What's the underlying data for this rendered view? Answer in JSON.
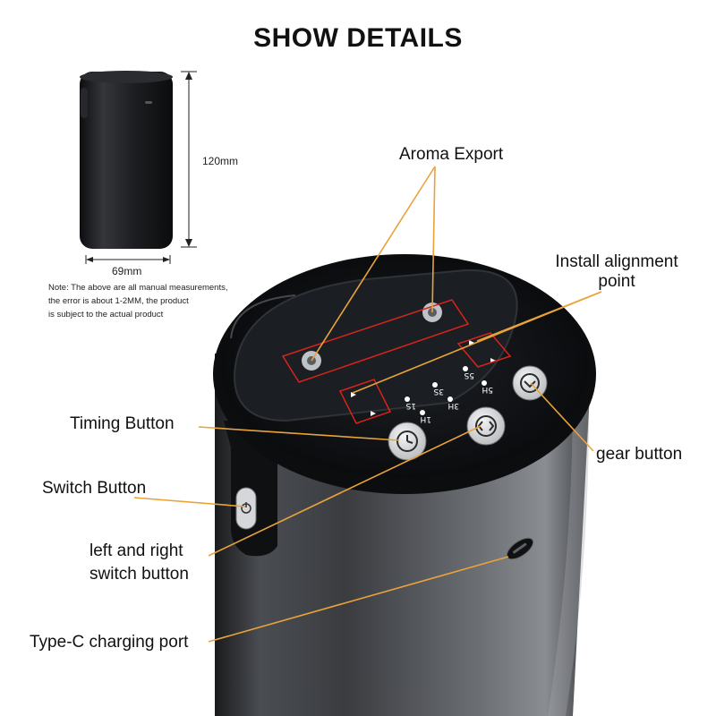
{
  "title": "SHOW DETAILS",
  "dimensions": {
    "height": "120mm",
    "width": "69mm"
  },
  "note": {
    "line1": "Note: The above are all manual measurements,",
    "line2": "the error is about 1-2MM, the product",
    "line3": "is subject to the actual product"
  },
  "callouts": {
    "aroma_export": "Aroma Export",
    "install_alignment_line1": "Install alignment",
    "install_alignment_line2": "point",
    "timing_button": "Timing Button",
    "switch_button": "Switch Button",
    "gear_button": "gear button",
    "left_right_line1": "left and right",
    "left_right_line2": "switch button",
    "type_c": "Type-C charging port"
  },
  "panel_labels": {
    "t1": "1S",
    "t2": "1H",
    "t3": "3S",
    "t4": "3H",
    "t5": "5S",
    "t6": "5H"
  },
  "colors": {
    "callout_line": "#e8a33b",
    "highlight_box": "#d9231d",
    "device_body": "#2a2c2f",
    "panel_top": "#101214"
  },
  "icons": [
    "clock-icon",
    "switch-arrows-icon",
    "gear-mode-icon",
    "power-icon",
    "type-c-port-icon"
  ]
}
